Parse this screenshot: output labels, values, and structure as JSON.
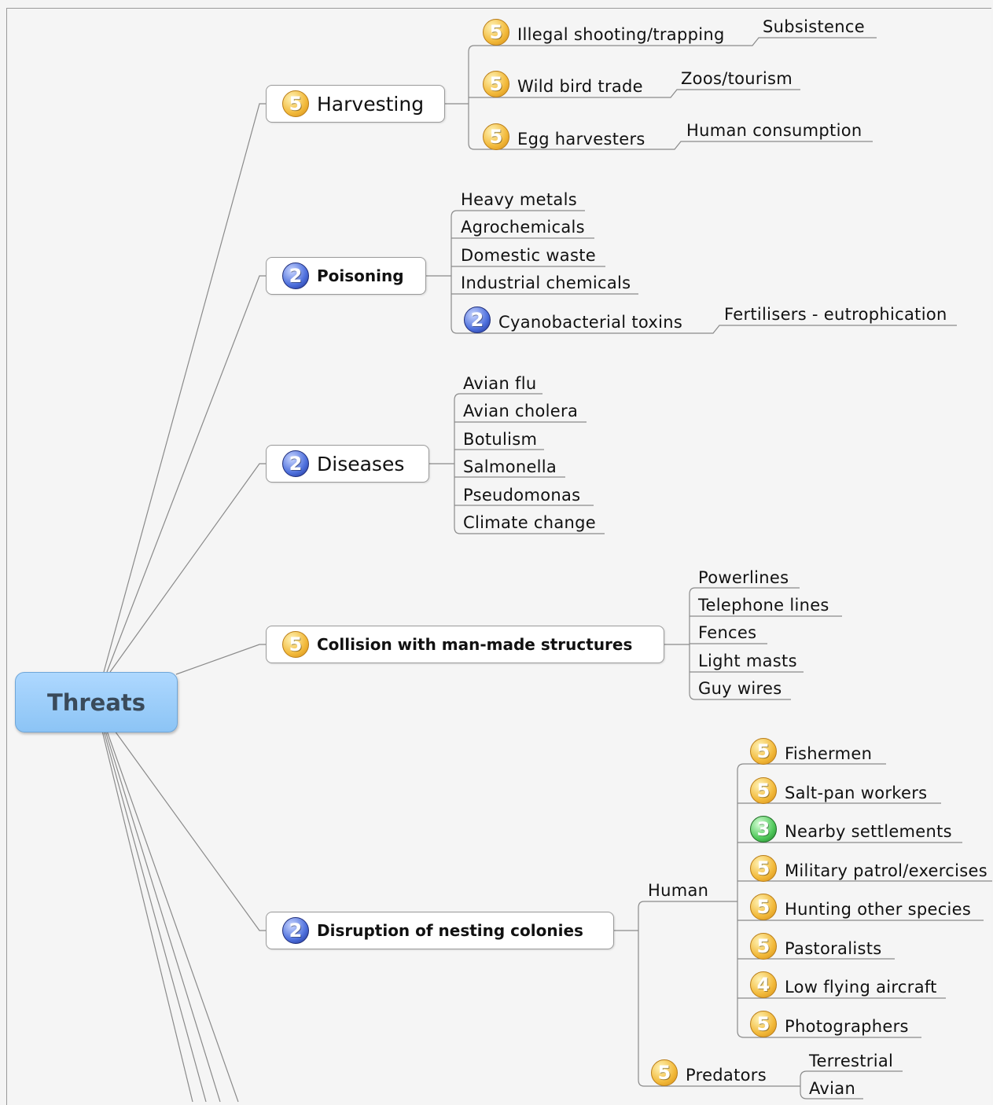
{
  "root": {
    "label": "Threats"
  },
  "harvesting": {
    "label": "Harvesting",
    "badge": "5",
    "children": [
      {
        "label": "Illegal shooting/trapping",
        "badge": "5",
        "child": "Subsistence"
      },
      {
        "label": "Wild bird trade",
        "badge": "5",
        "child": "Zoos/tourism"
      },
      {
        "label": "Egg harvesters",
        "badge": "5",
        "child": "Human consumption"
      }
    ]
  },
  "poisoning": {
    "label": "Poisoning",
    "badge": "2",
    "children": [
      {
        "label": "Heavy metals"
      },
      {
        "label": "Agrochemicals"
      },
      {
        "label": "Domestic waste"
      },
      {
        "label": "Industrial chemicals"
      },
      {
        "label": "Cyanobacterial toxins",
        "badge": "2",
        "child": "Fertilisers - eutrophication"
      }
    ]
  },
  "diseases": {
    "label": "Diseases",
    "badge": "2",
    "children": [
      "Avian flu",
      "Avian cholera",
      "Botulism",
      "Salmonella",
      "Pseudomonas",
      "Climate change"
    ]
  },
  "collision": {
    "label": "Collision with man-made structures",
    "badge": "5",
    "children": [
      "Powerlines",
      "Telephone lines",
      "Fences",
      "Light masts",
      "Guy wires"
    ]
  },
  "disruption": {
    "label": "Disruption of nesting colonies",
    "badge": "2",
    "human": {
      "label": "Human",
      "children": [
        {
          "label": "Fishermen",
          "badge": "5"
        },
        {
          "label": "Salt-pan workers",
          "badge": "5"
        },
        {
          "label": "Nearby settlements",
          "badge": "3"
        },
        {
          "label": "Military patrol/exercises",
          "badge": "5"
        },
        {
          "label": "Hunting other species",
          "badge": "5"
        },
        {
          "label": "Pastoralists",
          "badge": "5"
        },
        {
          "label": "Low flying aircraft",
          "badge": "4"
        },
        {
          "label": "Photographers",
          "badge": "5"
        }
      ]
    },
    "predators": {
      "label": "Predators",
      "badge": "5",
      "children": [
        "Terrestrial",
        "Avian"
      ]
    }
  }
}
